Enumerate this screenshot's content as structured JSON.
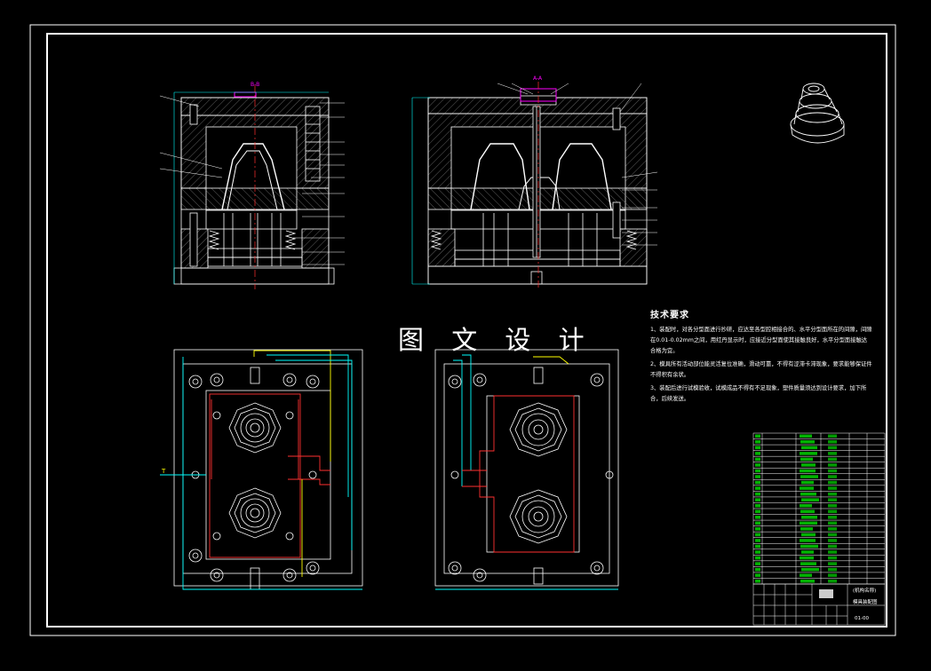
{
  "drawing": {
    "colors": {
      "background": "#000000",
      "frame": "#ffffff",
      "outline": "#ffffff",
      "hatch": "#8a8a8a",
      "center": "#ff3030",
      "dimension": "#00ffff",
      "highlight": "#ff00ff",
      "callout": "#ffff00",
      "bom": "#00ff00"
    },
    "watermark": "图 文 设 计",
    "section_b_label": "B-B",
    "section_a_label": "A-A",
    "left_plan_marker": "T"
  },
  "technical_requirements": {
    "title": "技术要求",
    "items": [
      "1、装配时，对各分型面进行抄研，应达至各型腔相接合的、水平分型面所在的间隙，间隙在0.01-0.02mm之间，用红丹显示时，应接近分型面使其接触良好，水平分型面接触达合格为宜。",
      "2、模具所有活动部位能灵活复位准确，滑动可靠，不得有涩滞卡滞现象，要求能够保证件不得积有余状。",
      "3、装配后进行试模验收，试模成品不得有不足现象，塑件质量须达到设计要求，加下所合，后续发送。"
    ]
  },
  "title_block": {
    "company": "(机构名称)",
    "drawing_name": "模具装配图",
    "drawing_number": "01-00"
  }
}
